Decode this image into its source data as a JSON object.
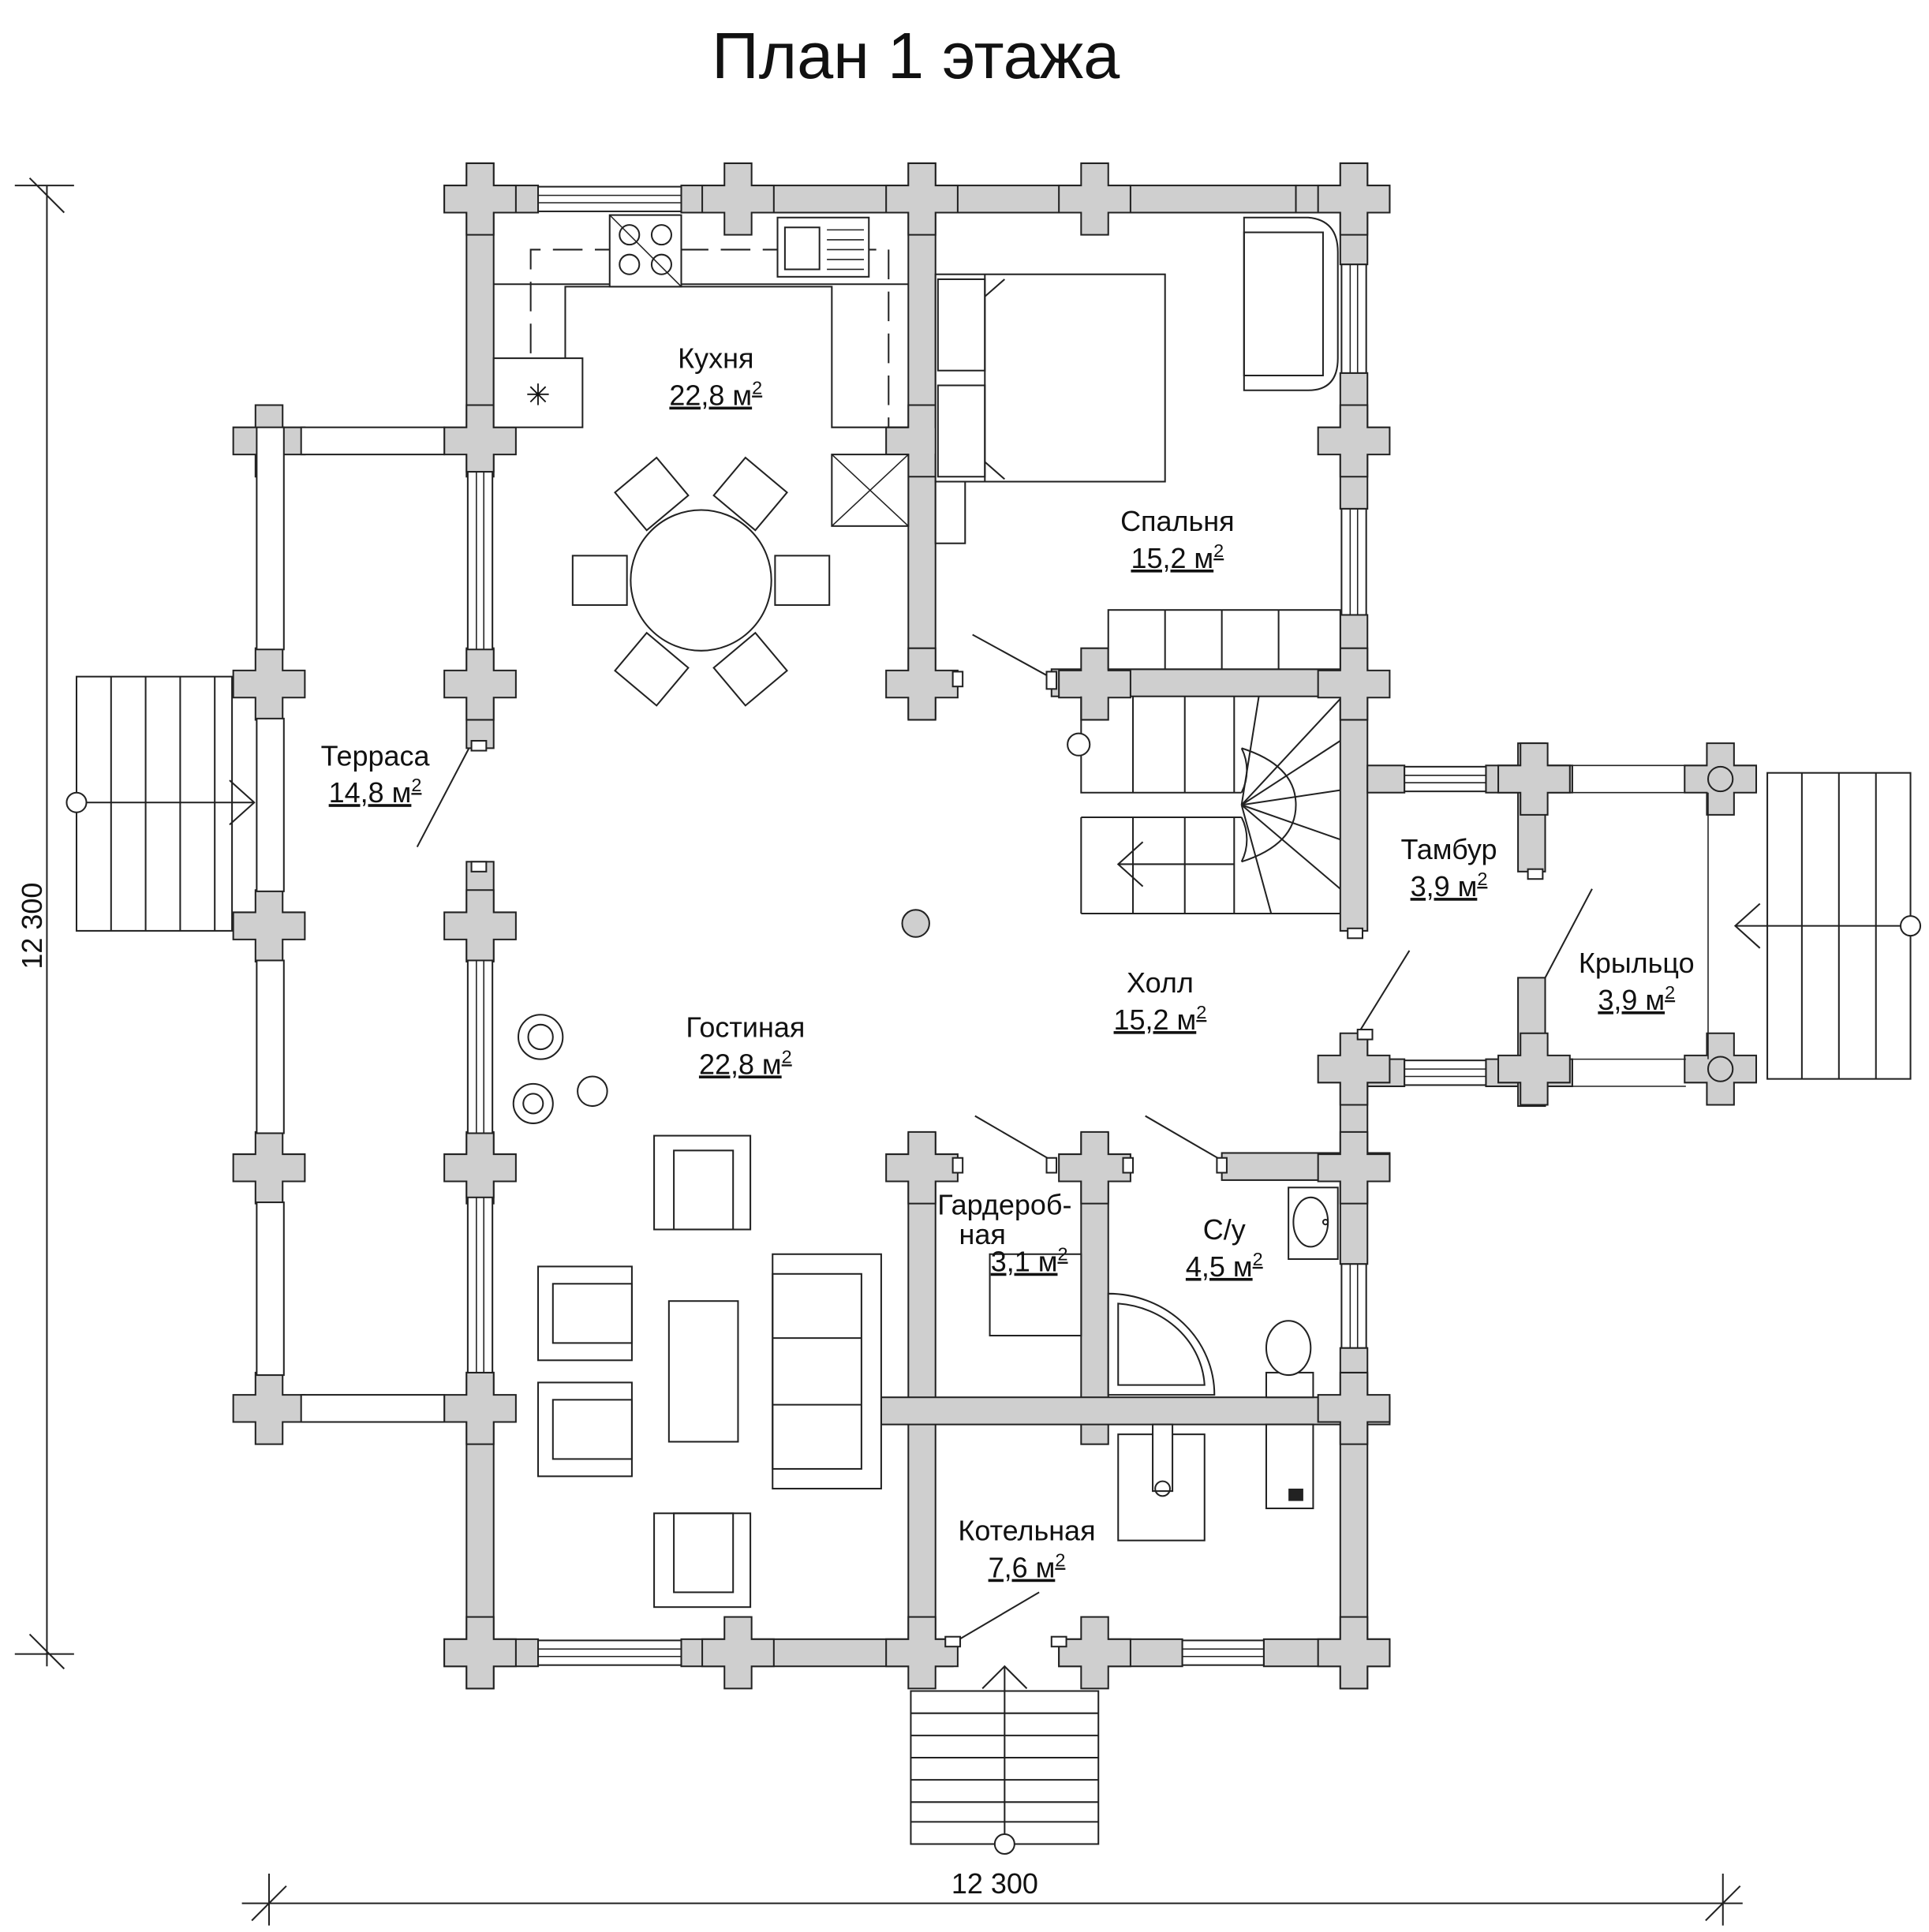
{
  "title": "План 1 этажа",
  "dimensions": {
    "width": "12 300",
    "height": "12 300"
  },
  "rooms": [
    {
      "id": "kitchen",
      "name": "Кухня",
      "area": "22,8 м",
      "sup": "2"
    },
    {
      "id": "bedroom",
      "name": "Спальня",
      "area": "15,2 м",
      "sup": "2"
    },
    {
      "id": "terrace",
      "name": "Терраса",
      "area": "14,8 м",
      "sup": "2"
    },
    {
      "id": "vestibule",
      "name": "Тамбур",
      "area": "3,9 м",
      "sup": "2"
    },
    {
      "id": "porch",
      "name": "Крыльцо",
      "area": "3,9 м",
      "sup": "2"
    },
    {
      "id": "hall",
      "name": "Холл",
      "area": "15,2 м",
      "sup": "2"
    },
    {
      "id": "living",
      "name": "Гостиная",
      "area": "22,8 м",
      "sup": "2"
    },
    {
      "id": "wardrobe",
      "name": "Гардероб-",
      "name2": "ная",
      "area": "3,1 м",
      "sup": "2"
    },
    {
      "id": "bathroom",
      "name": "С/у",
      "area": "4,5 м",
      "sup": "2"
    },
    {
      "id": "boiler",
      "name": "Котельная",
      "area": "7,6 м",
      "sup": "2"
    }
  ]
}
